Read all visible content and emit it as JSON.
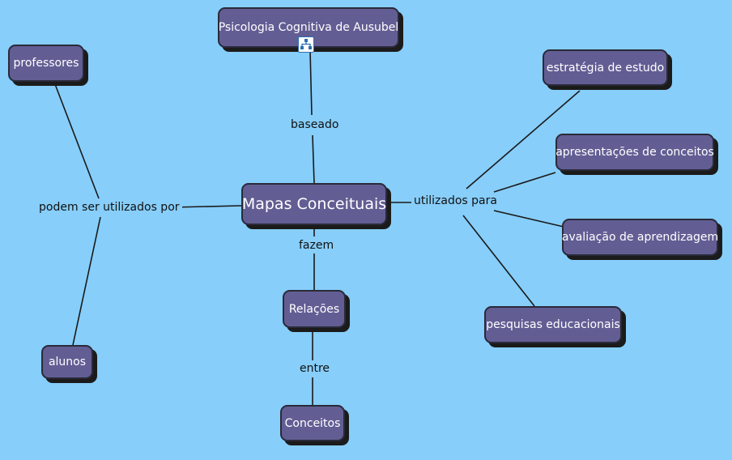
{
  "concept_map": {
    "nodes": {
      "psicologia": "Psicologia Cognitiva de Ausubel",
      "professores": "professores",
      "estrategia": "estratégia de estudo",
      "apresentacoes": "apresentações de conceitos",
      "mapas": "Mapas Conceituais",
      "avaliacao": "avaliação de aprendizagem",
      "relacoes": "Relações",
      "pesquisas": "pesquisas educacionais",
      "alunos": "alunos",
      "conceitos": "Conceitos"
    },
    "links": {
      "baseado": "baseado",
      "podem": "podem ser utilizados por",
      "utilizados": "utilizados para",
      "fazem": "fazem",
      "entre": "entre"
    },
    "icons": {
      "submap": "submap-link-icon"
    },
    "colors": {
      "background": "#87CEFA",
      "node_fill": "#625E94",
      "node_text": "#FFFFFF",
      "shadow": "#1B1B1B"
    }
  }
}
